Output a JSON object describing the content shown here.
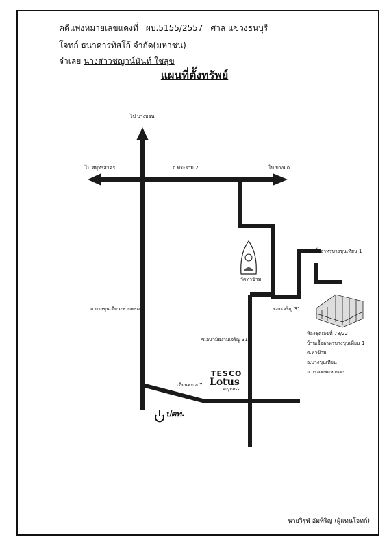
{
  "header": {
    "case_label": "คดีแพ่งหมายเลขแดงที่",
    "case_no": "ผบ.5155/2557",
    "court_label": "ศาล",
    "court_name": "แขวงธนบุรี",
    "plaintiff_label": "โจทก์",
    "plaintiff_name": "ธนาคารทิสโก้ จำกัด(มหาชน)",
    "defendant_label": "จำเลย",
    "defendant_name": "นางสาวชญาน์นันท์  ใชสุข"
  },
  "title": "แผนที่ตั้งทรัพย์",
  "map": {
    "to_bangbuathong": "ไป บางบอน",
    "to_samutsakhon": "ไป สมุทรสาคร",
    "rama2": "ถ.พระราม 2",
    "to_bangmot": "ไป บางมด",
    "temple": "วัดท่าข้าม",
    "condo_top": "บ้านเอื้ออาทรบางขุนเทียน 1",
    "soi": "ซอยเจริญ 31",
    "road_left": "ถ.บางขุนเทียน-ชายทะเล",
    "road_mid": "ซ.อนามัยงามเจริญ 31",
    "room": "ห้องชุดเลขที่ 78/22",
    "project": "บ้านเอื้ออาทรบางขุนเทียน 1",
    "subdistrict": "ต.ท่าข้าม",
    "district": "อ.บางขุนเทียน",
    "province": "จ.กรุงเทพมหานคร",
    "tianthalay": "เทียนทะเล 7",
    "tesco": "TESCO",
    "lotus": "Lotus",
    "express": "express",
    "ptt": "ปตท."
  },
  "signature": "นายวิรุฬ อัมพิริญ (ผู้แทนโจทก์)"
}
